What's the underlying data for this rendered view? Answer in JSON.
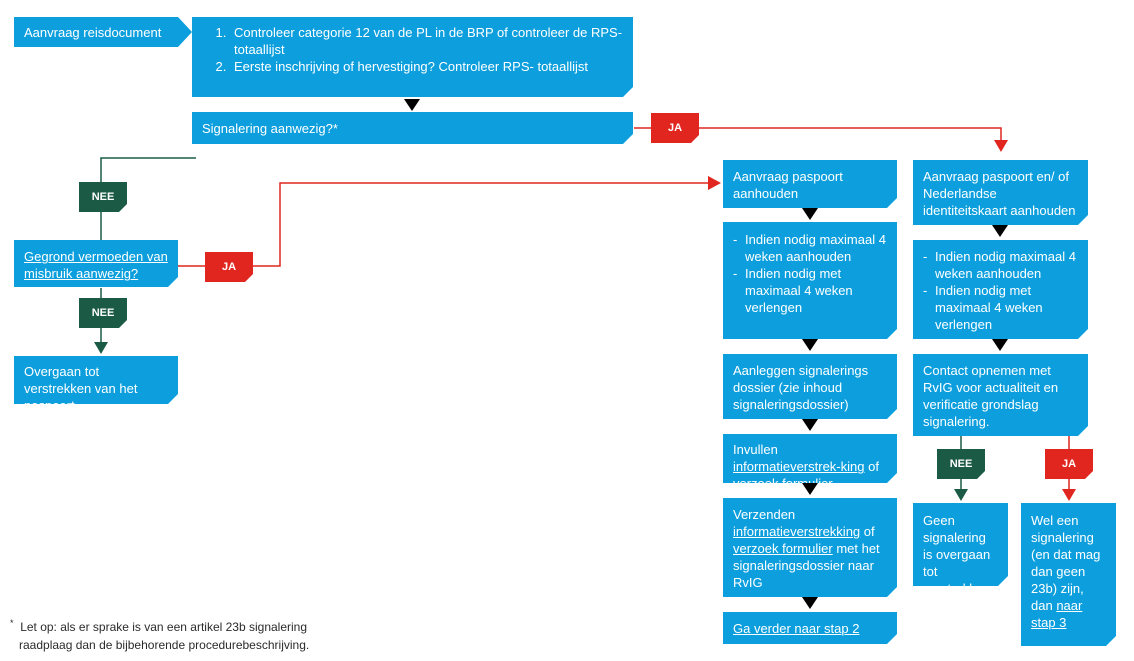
{
  "start": {
    "label": "Aanvraag reisdocument"
  },
  "check": {
    "items": [
      "Controleer categorie 12 van de PL in de BRP of controleer de RPS-totaallijst",
      "Eerste inschrijving of hervestiging? Controleer RPS- totaallijst"
    ]
  },
  "signalering": {
    "label": "Signalering aanwezig?*"
  },
  "badges": {
    "ja": "JA",
    "nee": "NEE"
  },
  "misbruik": {
    "label": "Gegrond vermoeden van misbruik aanwezig?"
  },
  "verstrekken": {
    "label": "Overgaan tot verstrekken van het paspoort."
  },
  "col1": {
    "b1": "Aanvraag paspoort aanhouden",
    "b2": [
      "Indien nodig maximaal 4 weken aanhouden",
      "Indien nodig met maximaal 4 weken verlengen"
    ],
    "b3": "Aanleggen signalerings dossier (zie inhoud signaleringsdossier)",
    "b4": {
      "pre": "Invullen ",
      "link1": "informatieverstrek-king",
      "mid": " of ",
      "link2": "verzoek formulier"
    },
    "b5": {
      "pre": "Verzenden ",
      "link1": "informatieverstrekking",
      "mid": " of ",
      "link2": "verzoek formulier",
      "post": " met het signaleringsdossier naar RvIG"
    },
    "b6": "Ga verder naar stap 2"
  },
  "col2": {
    "b1": "Aanvraag paspoort en/ of Nederlandse identiteitskaart aanhouden",
    "b2": [
      "Indien nodig maximaal 4 weken aanhouden",
      "Indien nodig met maximaal 4 weken verlengen"
    ],
    "b3": "Contact opnemen met RvIG voor actualiteit en verificatie grondslag signalering.",
    "geen": "Geen signalering is overgaan tot verstrekken",
    "wel": {
      "pre": "Wel een signalering (en dat mag dan geen 23b) zijn, dan ",
      "link": "naar stap 3"
    }
  },
  "footnote": {
    "marker": "*",
    "line1": "Let op: als er sprake is van een artikel 23b signalering",
    "line2": "raadplaag dan de bijbehorende procedurebeschrijving."
  },
  "colors": {
    "box": "#0d9fdd",
    "nee": "#1b5b45",
    "ja": "#e0261e"
  }
}
